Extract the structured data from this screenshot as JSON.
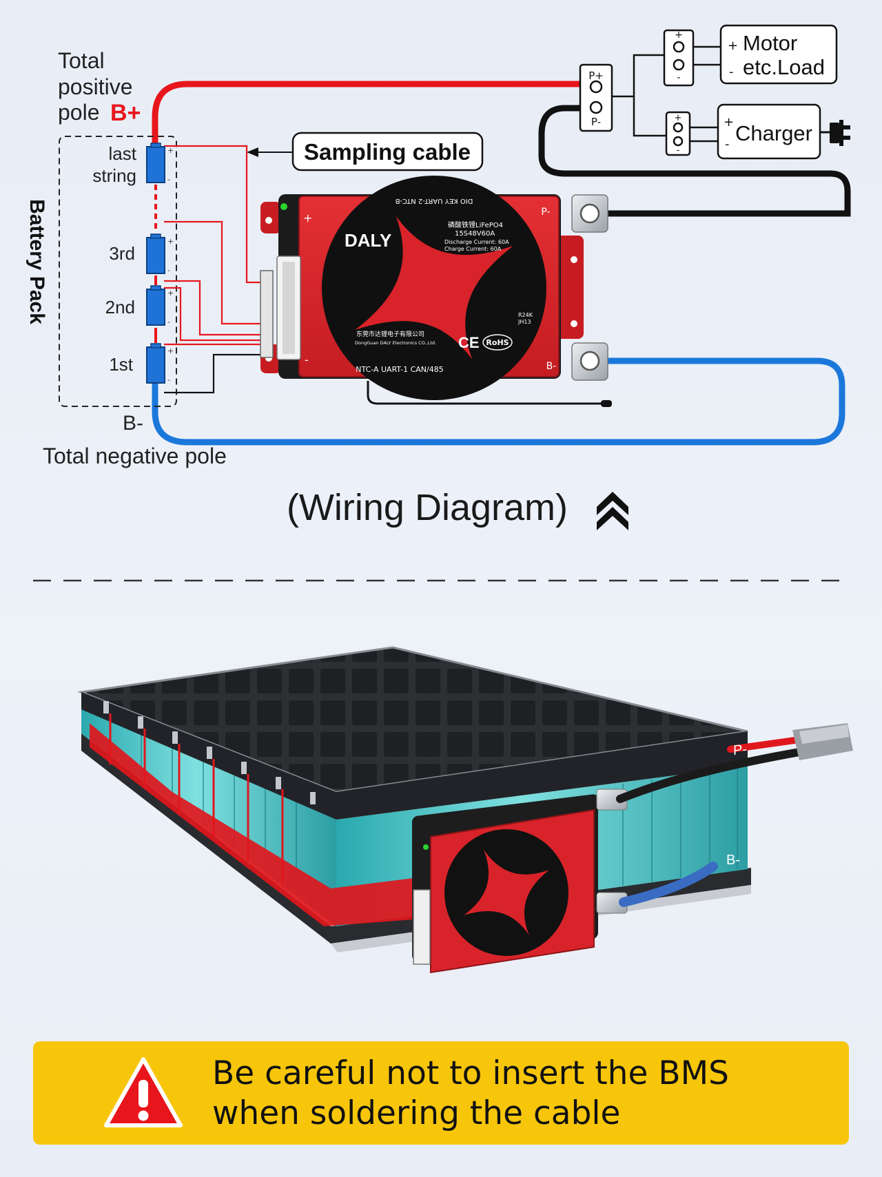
{
  "diagram": {
    "title": "(Wiring Diagram)",
    "battery_pack_label": "Battery Pack",
    "total_positive": {
      "line1": "Total",
      "line2": "positive",
      "line3": "pole",
      "pole": "B+"
    },
    "total_negative": {
      "pole": "B-",
      "label": "Total negative pole"
    },
    "cells": [
      {
        "line1": "last",
        "line2": "string"
      },
      {
        "line1": "3rd",
        "line2": ""
      },
      {
        "line1": "2nd",
        "line2": ""
      },
      {
        "line1": "1st",
        "line2": ""
      }
    ],
    "sampling_cable": "Sampling cable",
    "connector": {
      "pplus": "P+",
      "pminus": "P-"
    },
    "load": {
      "line1": "Motor",
      "line2": "etc.Load"
    },
    "charger": "Charger",
    "plus": "+",
    "minus": "-"
  },
  "bms": {
    "brand": "DALY",
    "product_line1": "磷酸铁锂LiFePO4",
    "product_line2": "15S48V60A",
    "discharge": "Discharge  Current: 60A",
    "charge": "Charge       Current: 60A",
    "company_cn": "东莞市达锂电子有限公司",
    "company_en": "DongGuan DALY Electronics CO.,Ltd.",
    "top_ports": "DIO  KEY  UART-2  NTC-B",
    "bottom_ports": "NTC-A   UART-1   CAN/485",
    "model1": "R24K",
    "model2": "JH13",
    "ce": "CE",
    "rohs": "RoHS",
    "p_minus": "P-",
    "b_minus": "B-",
    "plus": "+",
    "minus": "-"
  },
  "pack3d": {
    "p_minus": "P-",
    "b_minus": "B-"
  },
  "warning": {
    "line1": "Be careful not to insert the BMS",
    "line2": "when soldering the cable"
  },
  "colors": {
    "red": "#e8161c",
    "blue": "#1a78db",
    "bms_red": "#d8232a",
    "cell_blue": "#1f73d6",
    "warning_yellow": "#f7c60a",
    "cell_teal": "#49c7cc"
  }
}
